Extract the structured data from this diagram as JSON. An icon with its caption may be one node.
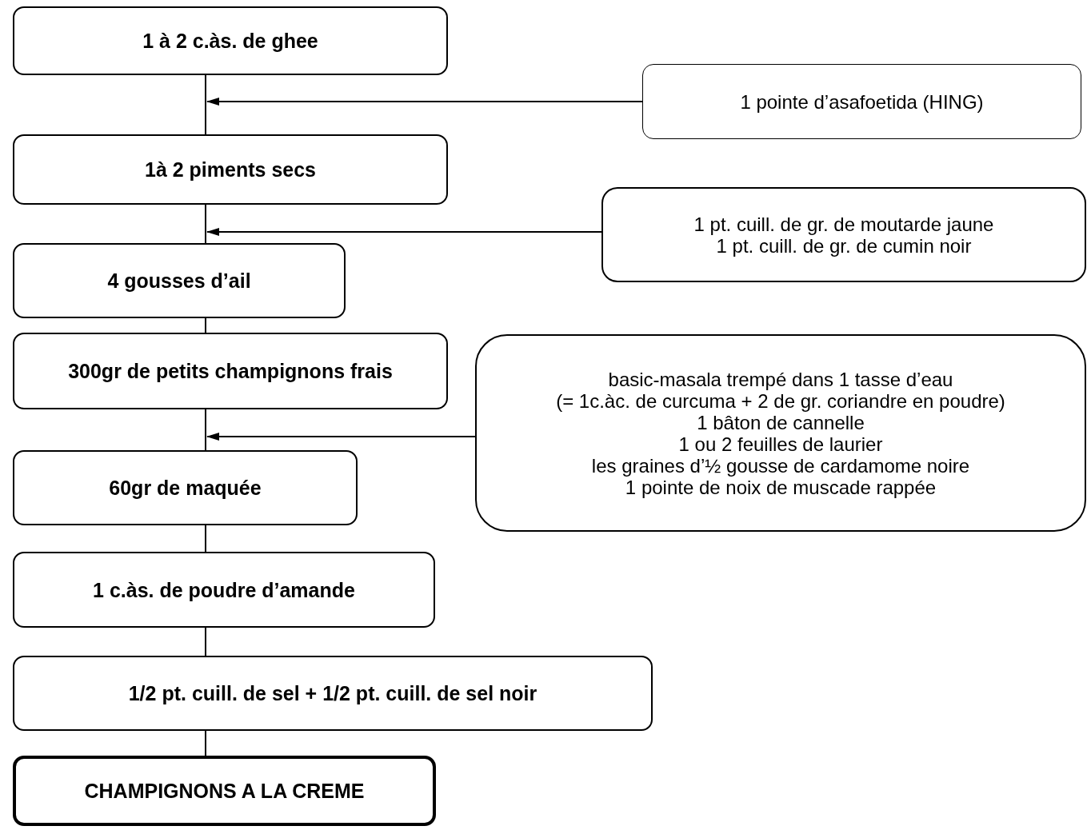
{
  "diagram": {
    "nodes": [
      {
        "text": [
          "1 à 2 c.às. de ghee"
        ]
      },
      {
        "text": [
          "1 pointe d’asafoetida (HING)"
        ]
      },
      {
        "text": [
          "1à 2 piments secs"
        ]
      },
      {
        "text": [
          "1 pt. cuill. de gr. de moutarde jaune",
          "1 pt. cuill. de gr. de cumin noir"
        ]
      },
      {
        "text": [
          "4 gousses d’ail"
        ]
      },
      {
        "text": [
          "300gr de petits champignons frais"
        ]
      },
      {
        "text": [
          "basic-masala trempé dans 1 tasse d’eau",
          "(= 1c.àc. de curcuma + 2 de gr. coriandre en poudre)",
          "1 bâton de cannelle",
          "1 ou 2 feuilles de laurier",
          "les graines d’½ gousse de cardamome noire",
          "1 pointe de noix de muscade rappée"
        ]
      },
      {
        "text": [
          "60gr de maquée"
        ]
      },
      {
        "text": [
          "1 c.às. de poudre d’amande"
        ]
      },
      {
        "text": [
          "1/2 pt. cuill. de sel + 1/2 pt. cuill. de sel noir"
        ]
      },
      {
        "text": [
          "CHAMPIGNONS A LA CREME"
        ]
      }
    ],
    "edges": [
      {
        "from": 0,
        "to": 2,
        "arrow": "none"
      },
      {
        "from": 1,
        "to": 0,
        "arrow": "to"
      },
      {
        "from": 2,
        "to": 4,
        "arrow": "none"
      },
      {
        "from": 3,
        "to": 4,
        "arrow": "to"
      },
      {
        "from": 4,
        "to": 5,
        "arrow": "none"
      },
      {
        "from": 6,
        "to": 7,
        "arrow": "to"
      },
      {
        "from": 5,
        "to": 7,
        "arrow": "none"
      },
      {
        "from": 7,
        "to": 8,
        "arrow": "none"
      },
      {
        "from": 8,
        "to": 9,
        "arrow": "none"
      },
      {
        "from": 9,
        "to": 10,
        "arrow": "none"
      }
    ]
  }
}
